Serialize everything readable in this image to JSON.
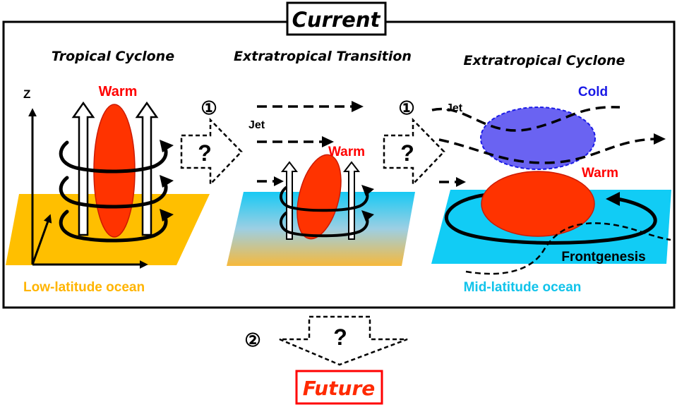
{
  "title": "Current",
  "future_label": "Future",
  "panels": {
    "tropical": {
      "heading": "Tropical Cyclone",
      "warm_label": "Warm",
      "axis_label": "Z",
      "ocean_label": "Low-latitude ocean"
    },
    "transition": {
      "heading": "Extratropical Transition",
      "jet_label": "Jet",
      "warm_label": "Warm"
    },
    "extratropical": {
      "heading": "Extratropical Cyclone",
      "jet_label": "Jet",
      "cold_label": "Cold",
      "warm_label": "Warm",
      "front_label": "Frontgenesis",
      "ocean_label": "Mid-latitude ocean"
    }
  },
  "arrows": {
    "step1_marker": "①",
    "step2_marker": "②",
    "question_mark": "?"
  },
  "colors": {
    "warm_core": "#ff3300",
    "warm_text": "#ff0000",
    "cold_core": "#6a63f2",
    "cold_text": "#1a1ae6",
    "low_latitude_ocean": "#ffbf00",
    "low_latitude_text": "#ffb400",
    "mid_latitude_ocean": "#11ccf5",
    "mid_latitude_text": "#11c3ea",
    "future_frame": "#ff0000"
  }
}
